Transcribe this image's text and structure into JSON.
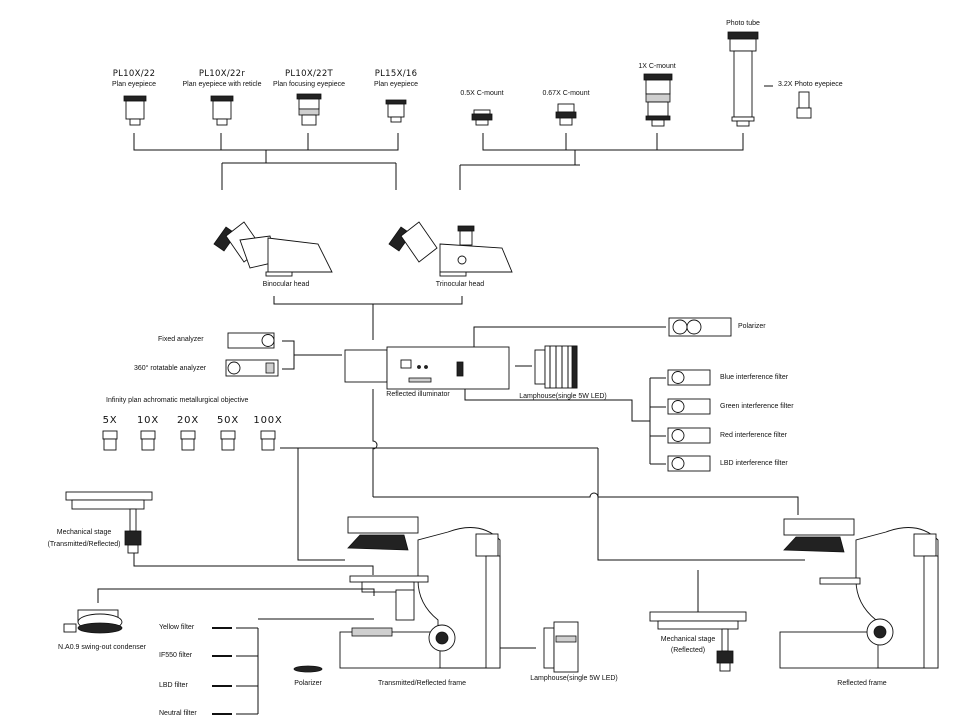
{
  "eyepieces": [
    {
      "model": "PL10X/22",
      "desc": "Plan  eyepiece"
    },
    {
      "model": "PL10X/22r",
      "desc": "Plan eyepiece with reticle"
    },
    {
      "model": "PL10X/22T",
      "desc": "Plan focusing eyepiece"
    },
    {
      "model": "PL15X/16",
      "desc": "Plan  eyepiece"
    }
  ],
  "camera": {
    "photo_tube": "Photo tube",
    "c_mount_1x": "1X C-mount",
    "c_mount_05x": "0.5X C-mount",
    "c_mount_067x": "0.67X C-mount",
    "photo_eyepiece": "3.2X Photo eyepiece"
  },
  "heads": {
    "binocular": "Binocular head",
    "trinocular": "Trinocular head"
  },
  "analyzers": {
    "fixed": "Fixed analyzer",
    "rotatable": "360° rotatable analyzer"
  },
  "illuminator": {
    "reflected": "Reflected illuminator",
    "lamphouse_top": "Lamphouse(single 5W LED)",
    "polarizer": "Polarizer"
  },
  "interference_filters": [
    "Blue interference filter",
    "Green interference filter",
    "Red interference filter",
    "LBD interference filter"
  ],
  "objectives": {
    "title": "Infinity plan achromatic metallurgical objective",
    "magnifications": [
      "5X",
      "10X",
      "20X",
      "50X",
      "100X"
    ]
  },
  "stage_left": {
    "line1": "Mechanical stage",
    "line2": "(Transmitted/Reflected)"
  },
  "condenser": "N.A0.9 swing-out condenser",
  "filters": [
    "Yellow  filter",
    "IF550  filter",
    "LBD  filter",
    "Neutral  filter"
  ],
  "bottom": {
    "polarizer": "Polarizer",
    "frame_tr": "Transmitted/Reflected frame",
    "lamphouse": "Lamphouse(single 5W LED)",
    "frame_r": "Reflected frame"
  },
  "stage_right": {
    "line1": "Mechanical stage",
    "line2": "(Reflected)"
  }
}
